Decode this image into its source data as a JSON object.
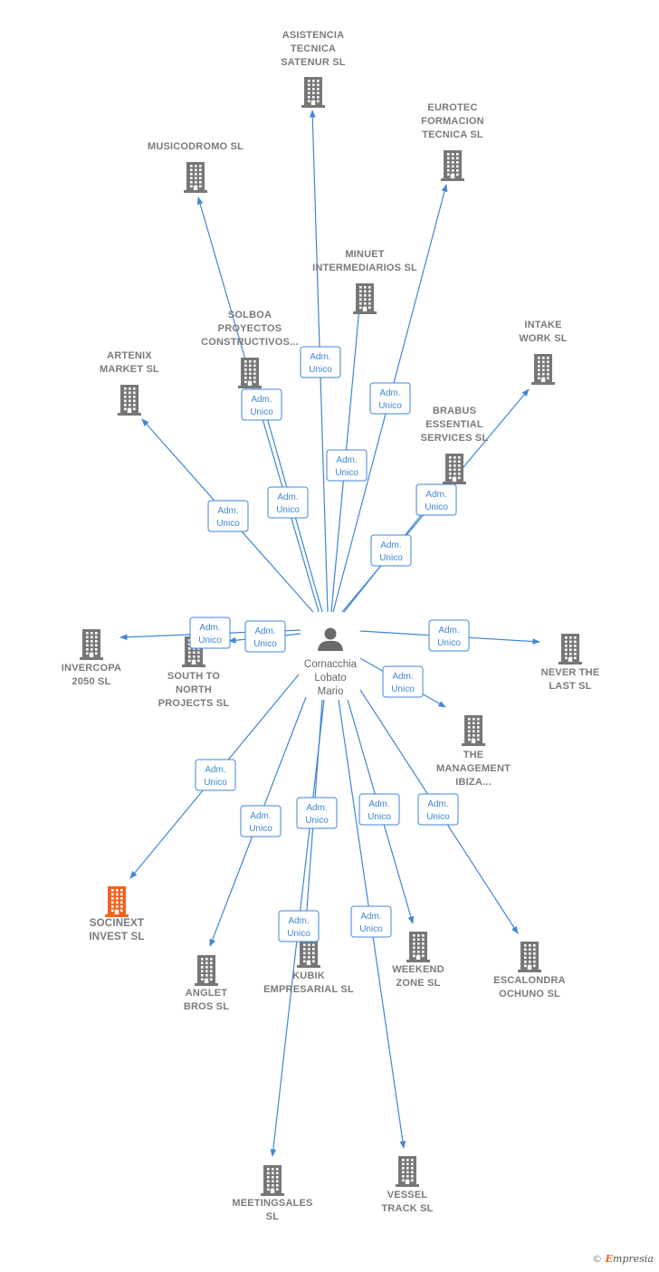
{
  "center": {
    "lines": [
      "Cornacchia",
      "Lobato",
      "Mario"
    ]
  },
  "relation_label": [
    "Adm.",
    "Unico"
  ],
  "highlight_color": "#f26322",
  "node_color": "#777777",
  "edge_color": "#3f86d6",
  "footer": {
    "copyright": "©",
    "brand_initial": "E",
    "brand_rest": "mpresia"
  },
  "companies": [
    {
      "id": "asistencia",
      "lines": [
        "ASISTENCIA",
        "TECNICA",
        "SATENUR  SL"
      ]
    },
    {
      "id": "eurotec",
      "lines": [
        "EUROTEC",
        "FORMACION",
        "TECNICA  SL"
      ]
    },
    {
      "id": "musicodromo",
      "lines": [
        "MUSICODROMO SL"
      ]
    },
    {
      "id": "minuet",
      "lines": [
        "MINUET",
        "INTERMEDIARIOS SL"
      ]
    },
    {
      "id": "solboa",
      "lines": [
        "SOLBOA",
        "PROYECTOS",
        "CONSTRUCTIVOS..."
      ]
    },
    {
      "id": "intake",
      "lines": [
        "INTAKE",
        "WORK SL"
      ]
    },
    {
      "id": "artenix",
      "lines": [
        "ARTENIX",
        "MARKET  SL"
      ]
    },
    {
      "id": "brabus",
      "lines": [
        "BRABUS",
        "ESSENTIAL",
        "SERVICES  SL"
      ]
    },
    {
      "id": "invercopa",
      "lines": [
        "INVERCOPA",
        "2050  SL"
      ]
    },
    {
      "id": "southnorth",
      "lines": [
        "SOUTH TO",
        "NORTH",
        "PROJECTS  SL"
      ]
    },
    {
      "id": "neverlast",
      "lines": [
        "NEVER THE",
        "LAST  SL"
      ]
    },
    {
      "id": "management",
      "lines": [
        "THE",
        "MANAGEMENT",
        "IBIZA..."
      ]
    },
    {
      "id": "socinext",
      "lines": [
        "SOCINEXT",
        "INVEST  SL"
      ],
      "highlight": true
    },
    {
      "id": "anglet",
      "lines": [
        "ANGLET",
        "BROS SL"
      ]
    },
    {
      "id": "kubik",
      "lines": [
        "KUBIK",
        "EMPRESARIAL SL"
      ]
    },
    {
      "id": "weekend",
      "lines": [
        "WEEKEND",
        "ZONE SL"
      ]
    },
    {
      "id": "escalondra",
      "lines": [
        "ESCALONDRA",
        "OCHUNO  SL"
      ]
    },
    {
      "id": "meetingsales",
      "lines": [
        "MEETINGSALES",
        "SL"
      ]
    },
    {
      "id": "vessel",
      "lines": [
        "VESSEL",
        "TRACK SL"
      ]
    }
  ]
}
